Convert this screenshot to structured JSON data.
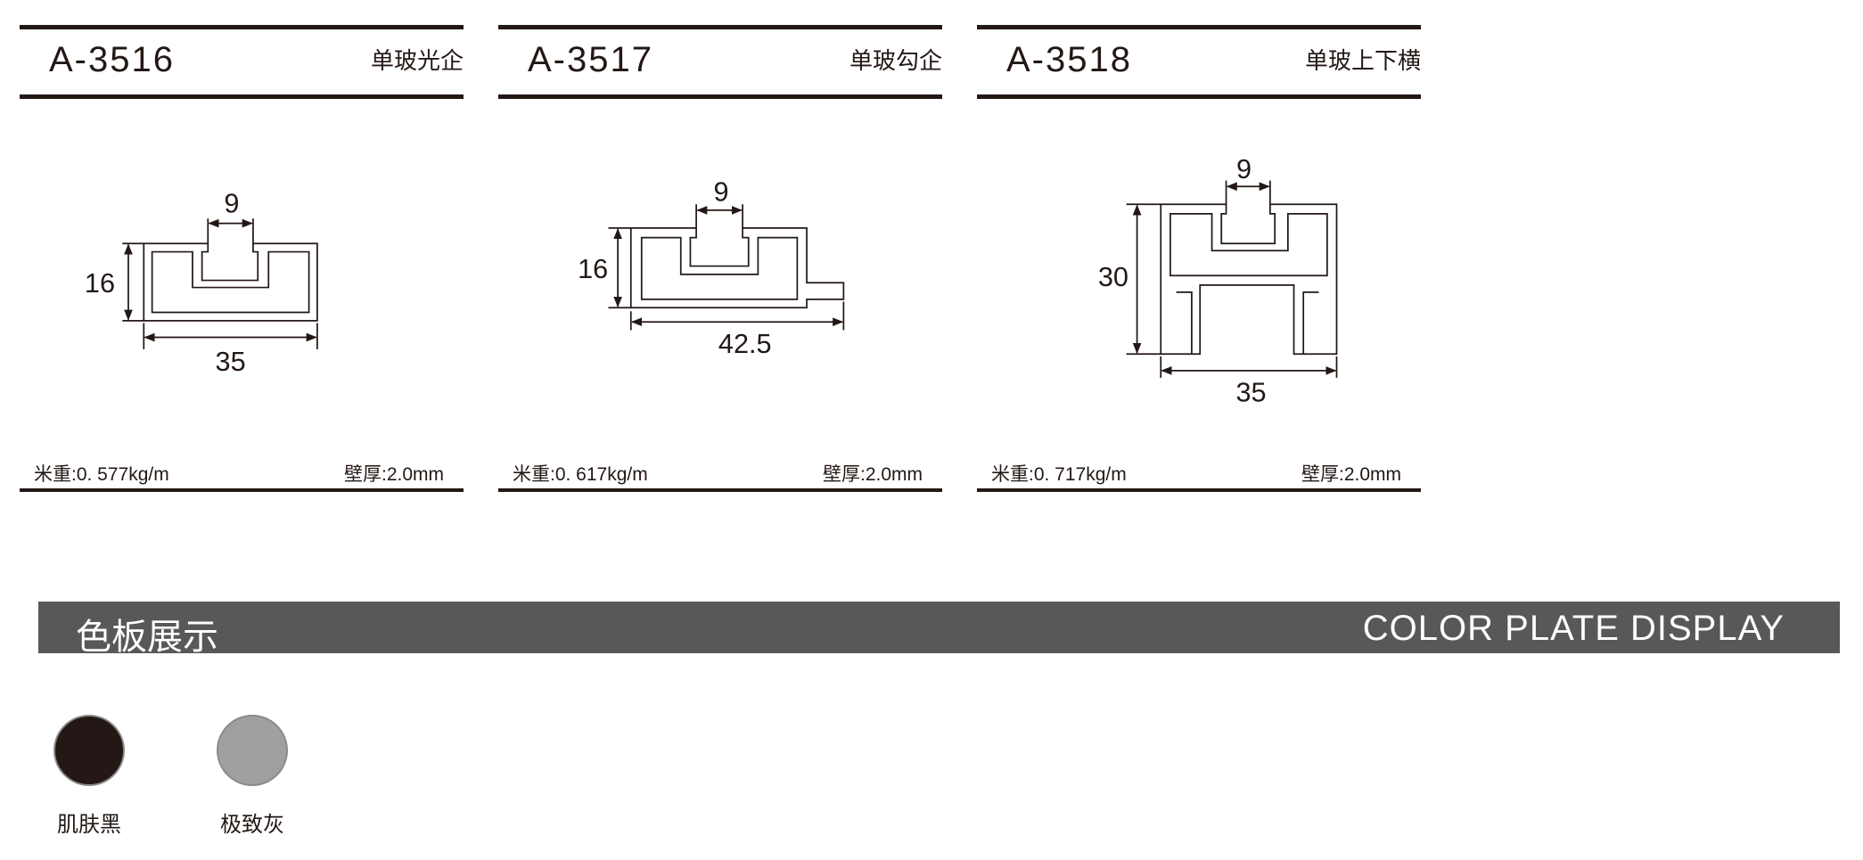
{
  "profiles": [
    {
      "code": "A-3516",
      "kind": "单玻光企",
      "weight": "米重:0. 577kg/m",
      "wall": "壁厚:2.0mm",
      "dims": {
        "slot": "9",
        "height": "16",
        "width": "35"
      }
    },
    {
      "code": "A-3517",
      "kind": "单玻勾企",
      "weight": "米重:0. 617kg/m",
      "wall": "壁厚:2.0mm",
      "dims": {
        "slot": "9",
        "height": "16",
        "width": "42.5"
      }
    },
    {
      "code": "A-3518",
      "kind": "单玻上下横",
      "weight": "米重:0. 717kg/m",
      "wall": "壁厚:2.0mm",
      "dims": {
        "slot": "9",
        "height": "30",
        "width": "35"
      }
    }
  ],
  "banner": {
    "title_cn": "色板展示",
    "title_en": "COLOR PLATE DISPLAY",
    "color": "#595757"
  },
  "swatches": [
    {
      "label": "肌肤黑",
      "color": "#231815"
    },
    {
      "label": "极致灰",
      "color": "#a0a0a0"
    }
  ]
}
